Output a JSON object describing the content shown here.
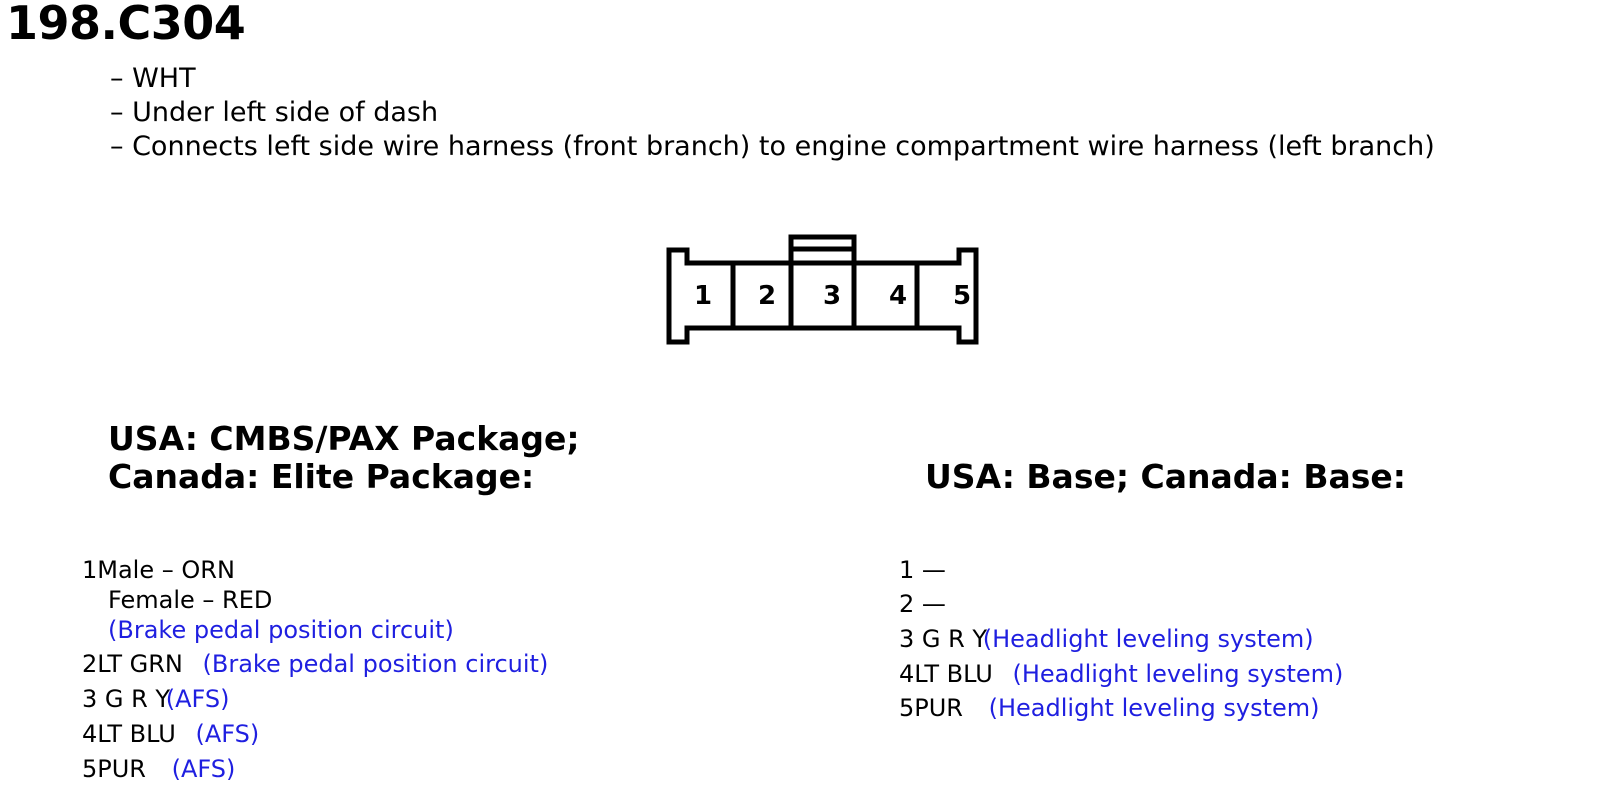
{
  "title": "198.C304",
  "description": [
    "– WHT",
    "– Under left side of dash",
    "– Connects left side wire harness (front branch) to engine compartment wire harness (left branch)"
  ],
  "connector_pins": [
    "1",
    "2",
    "3",
    "4",
    "5"
  ],
  "left_section": {
    "heading_line1": "USA: CMBS/PAX Package;",
    "heading_line2": "Canada: Elite Package:",
    "rows": [
      {
        "prefix": "1Male – ORN",
        "link": ""
      },
      {
        "prefix": "Female – RED",
        "link": ""
      },
      {
        "prefix": "",
        "link": "(Brake pedal position circuit)"
      },
      {
        "prefix": "2LT GRN",
        "link": "(Brake pedal position circuit)"
      },
      {
        "prefix": "3 G R Y",
        "link": "(AFS)"
      },
      {
        "prefix": "4LT BLU",
        "link": "(AFS)"
      },
      {
        "prefix": "5PUR",
        "link": "(AFS)"
      }
    ]
  },
  "right_section": {
    "heading": "USA: Base; Canada: Base:",
    "rows": [
      {
        "prefix": "1 —",
        "link": ""
      },
      {
        "prefix": "2 —",
        "link": ""
      },
      {
        "prefix": "3 G R Y",
        "link": "(Headlight leveling system)"
      },
      {
        "prefix": "4LT BLU",
        "link": "(Headlight leveling system)"
      },
      {
        "prefix": "5PUR",
        "link": "(Headlight leveling system)"
      }
    ]
  },
  "colors": {
    "link": "#1f1fe0",
    "text": "#000000"
  }
}
